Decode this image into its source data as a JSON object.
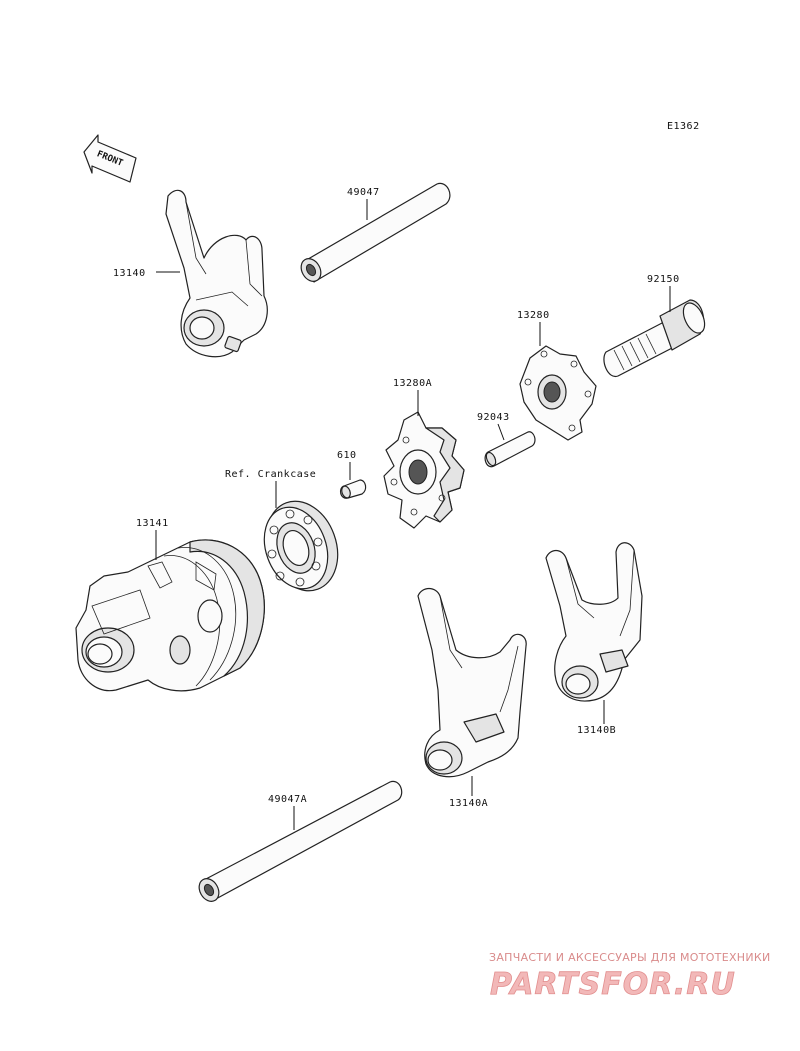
{
  "diagram": {
    "code": "E1362",
    "front_badge": "FRONT",
    "labels": {
      "shift_fork": "13140",
      "shift_rod": "49047",
      "bolt": "92150",
      "pin_holder_plate": "13280",
      "pin_holder": "13280A",
      "pin": "92043",
      "dowel_pin": "610",
      "crankcase_ref": "Ref. Crankcase",
      "shift_drum": "13141",
      "shift_fork_b": "13140B",
      "shift_fork_a": "13140A",
      "shift_rod_a": "49047A"
    }
  },
  "watermark": {
    "caption": "ЗАПЧАСТИ И АКСЕССУАРЫ ДЛЯ МОТОТЕХНИКИ",
    "brand": "PARTSFOR.RU"
  }
}
